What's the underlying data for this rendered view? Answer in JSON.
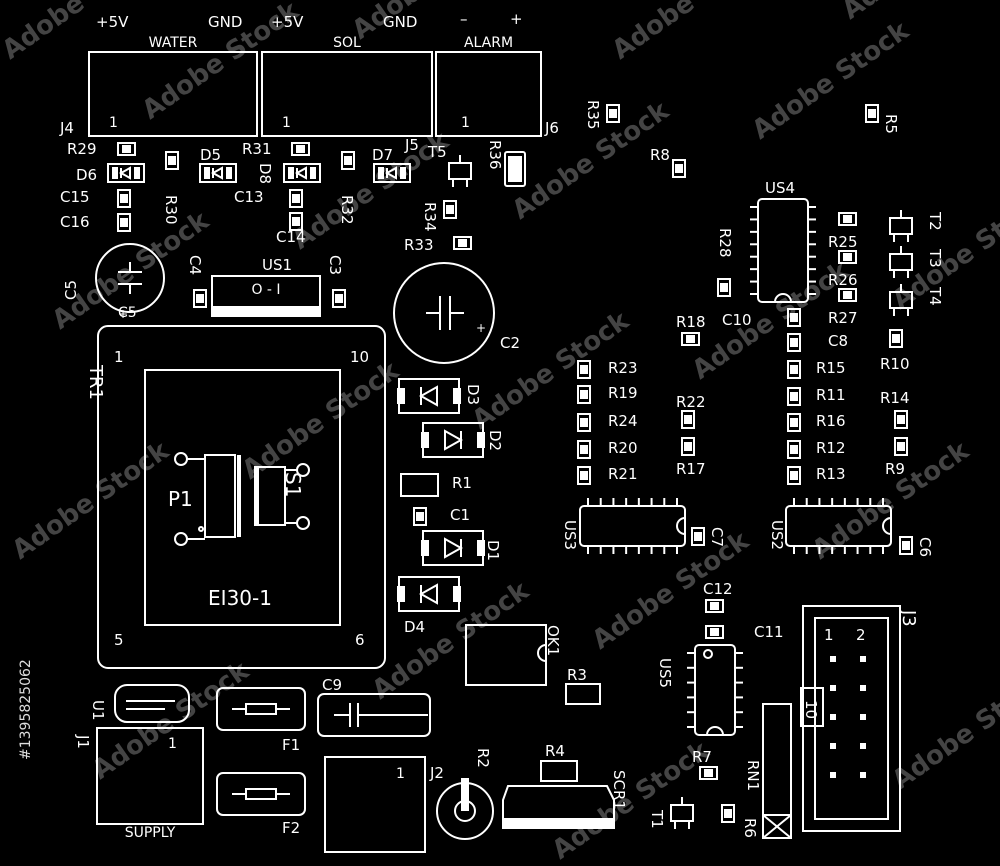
{
  "colors": {
    "background": "#000000",
    "silkscreen": "#ffffff",
    "watermark": "#3a3a3a"
  },
  "connectors": {
    "J4": {
      "ref": "J4",
      "pin1": "1",
      "title": "WATER",
      "pin_a": "+5V",
      "pin_b": "GND"
    },
    "J5": {
      "ref": "J5",
      "pin1": "1",
      "title": "SOL",
      "pin_a": "+5V",
      "pin_b": "GND"
    },
    "J6": {
      "ref": "J6",
      "pin1": "1",
      "title": "ALARM",
      "pin_a": "–",
      "pin_b": "+"
    },
    "J1": {
      "ref": "J1",
      "pin1": "1",
      "title": "SUPPLY"
    },
    "J2": {
      "ref": "J2",
      "pin1": "1"
    },
    "J3": {
      "ref": "J3",
      "pin1": "1",
      "pin2": "2",
      "pin10": "10"
    }
  },
  "transformer": {
    "ref": "TR1",
    "model": "EI30-1",
    "primary": "P1",
    "secondary": "S1",
    "pins": [
      "1",
      "10",
      "5",
      "6"
    ]
  },
  "switch": {
    "ref": "US1",
    "label": "O - I"
  },
  "parts": {
    "R1": "R1",
    "R2": "R2",
    "R3": "R3",
    "R4": "R4",
    "R5": "R5",
    "R6": "R6",
    "R7": "R7",
    "R8": "R8",
    "R9": "R9",
    "R10": "R10",
    "R11": "R11",
    "R12": "R12",
    "R13": "R13",
    "R14": "R14",
    "R15": "R15",
    "R16": "R16",
    "R17": "R17",
    "R18": "R18",
    "R19": "R19",
    "R20": "R20",
    "R21": "R21",
    "R22": "R22",
    "R23": "R23",
    "R24": "R24",
    "R25": "R25",
    "R26": "R26",
    "R27": "R27",
    "R28": "R28",
    "R29": "R29",
    "R30": "R30",
    "R31": "R31",
    "R32": "R32",
    "R33": "R33",
    "R34": "R34",
    "R35": "R35",
    "R36": "R36",
    "C1": "C1",
    "C2": "C2",
    "C3": "C3",
    "C4": "C4",
    "C5": "C5",
    "C6": "C6",
    "C7": "C7",
    "C8": "C8",
    "C9": "C9",
    "C10": "C10",
    "C11": "C11",
    "C12": "C12",
    "C13": "C13",
    "C14": "C14",
    "C15": "C15",
    "C16": "C16",
    "D1": "D1",
    "D2": "D2",
    "D3": "D3",
    "D4": "D4",
    "D5": "D5",
    "D6": "D6",
    "D7": "D7",
    "D8": "D8",
    "T1": "T1",
    "T2": "T2",
    "T3": "T3",
    "T4": "T4",
    "T5": "T5",
    "US2": "US2",
    "US3": "US3",
    "US4": "US4",
    "US5": "US5",
    "U1": "U1",
    "F1": "F1",
    "F2": "F2",
    "OK1": "OK1",
    "SCR1": "SCR1",
    "RN1": "RN1"
  },
  "watermark": {
    "brand": "Adobe Stock",
    "id": "#1395825062"
  }
}
